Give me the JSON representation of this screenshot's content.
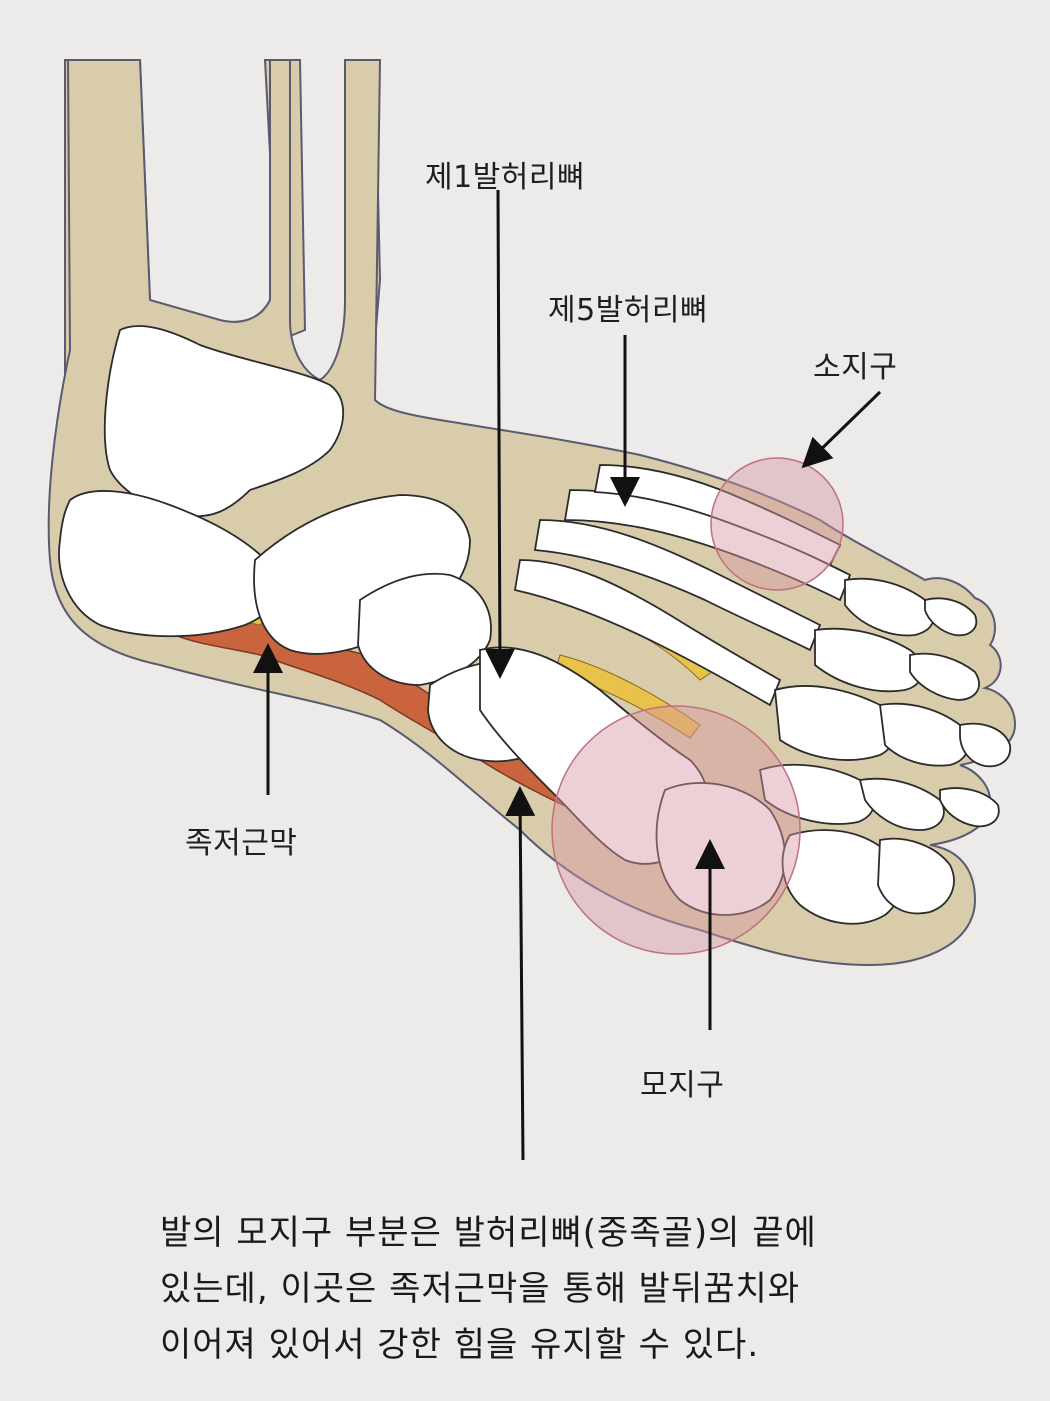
{
  "labels": {
    "metatarsal_1": "제1발허리뼈",
    "metatarsal_5": "제5발허리뼈",
    "hypothenar": "소지구",
    "plantar_fascia": "족저근막",
    "thenar": "모지구"
  },
  "caption": {
    "line1": "발의 모지구 부분은 발허리뼈(중족골)의 끝에",
    "line2": "있는데, 이곳은 족저근막을 통해 발뒤꿈치와",
    "line3": "이어져 있어서 강한 힘을 유지할 수 있다."
  },
  "colors": {
    "background": "#ecebe9",
    "skin": "#d9ccaa",
    "bone": "#ffffff",
    "fascia": "#c9643e",
    "tendon": "#e8c24a",
    "highlight": "#d9a4ad"
  }
}
